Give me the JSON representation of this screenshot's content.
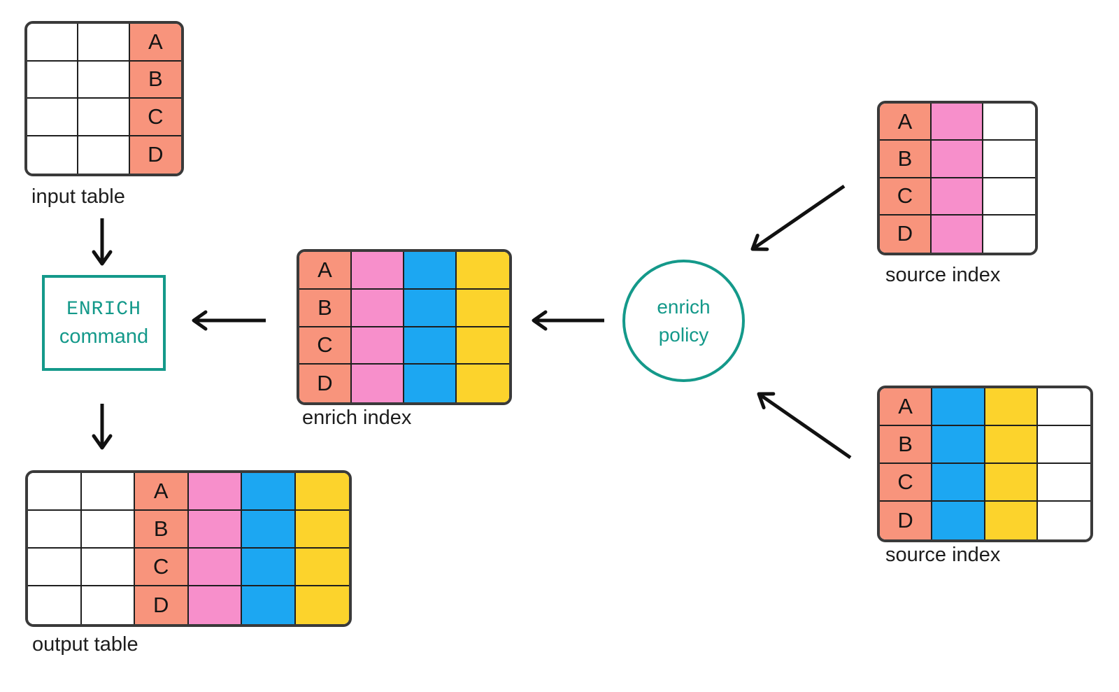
{
  "palette": {
    "white": "#ffffff",
    "salmon": "#f8947c",
    "pink": "#f78fcb",
    "blue": "#1ca7f2",
    "yellow": "#fcd32c",
    "teal": "#14998a",
    "arrow": "#111111",
    "table_border": "#3a3a3a",
    "grid_line": "#1f1f1f",
    "label_text": "#1d1d1d"
  },
  "nodes": {
    "input_table": {
      "label": "input table",
      "rows": 4,
      "row_labels": [
        "A",
        "B",
        "C",
        "D"
      ],
      "columns": [
        {
          "fill": "white"
        },
        {
          "fill": "white"
        },
        {
          "fill": "salmon",
          "labeled": true
        }
      ]
    },
    "enrich_command": {
      "line1": "ENRICH",
      "line2": "command"
    },
    "enrich_index": {
      "label": "enrich index",
      "rows": 4,
      "row_labels": [
        "A",
        "B",
        "C",
        "D"
      ],
      "columns": [
        {
          "fill": "salmon",
          "labeled": true
        },
        {
          "fill": "pink"
        },
        {
          "fill": "blue"
        },
        {
          "fill": "yellow"
        }
      ]
    },
    "enrich_policy": {
      "line1": "enrich",
      "line2": "policy"
    },
    "source_index_top": {
      "label": "source index",
      "rows": 4,
      "row_labels": [
        "A",
        "B",
        "C",
        "D"
      ],
      "columns": [
        {
          "fill": "salmon",
          "labeled": true
        },
        {
          "fill": "pink"
        },
        {
          "fill": "white"
        }
      ]
    },
    "source_index_bottom": {
      "label": "source index",
      "rows": 4,
      "row_labels": [
        "A",
        "B",
        "C",
        "D"
      ],
      "columns": [
        {
          "fill": "salmon",
          "labeled": true
        },
        {
          "fill": "blue"
        },
        {
          "fill": "yellow"
        },
        {
          "fill": "white"
        }
      ]
    },
    "output_table": {
      "label": "output table",
      "rows": 4,
      "row_labels": [
        "A",
        "B",
        "C",
        "D"
      ],
      "columns": [
        {
          "fill": "white"
        },
        {
          "fill": "white"
        },
        {
          "fill": "salmon",
          "labeled": true
        },
        {
          "fill": "pink"
        },
        {
          "fill": "blue"
        },
        {
          "fill": "yellow"
        }
      ]
    }
  }
}
